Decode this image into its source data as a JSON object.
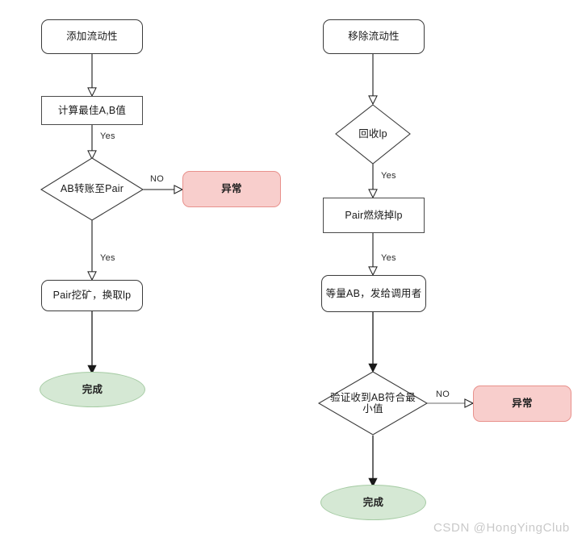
{
  "diagram": {
    "title_left": "添加流动性",
    "title_right": "移除流动性",
    "watermark": "CSDN @HongYingClub",
    "colors": {
      "error_fill": "#f8cecc",
      "error_stroke": "#e8918c",
      "finish_fill": "#d5e8d4",
      "finish_stroke": "#a5cba3",
      "node_stroke": "#3b3b3b",
      "node_fill": "#ffffff",
      "edge_stroke": "#1a1a1a",
      "watermark_color": "#c9c9c9"
    },
    "left_flow": {
      "nodes": [
        {
          "id": "add-liquidity",
          "label": "添加流动性",
          "shape": "terminator"
        },
        {
          "id": "calc-best-ab",
          "label": "计算最佳A,B值",
          "shape": "process"
        },
        {
          "id": "ab-transfer-pair",
          "label": "AB转账至Pair",
          "shape": "decision"
        },
        {
          "id": "left-exception",
          "label": "异常",
          "shape": "error"
        },
        {
          "id": "pair-mine-lp",
          "label": "Pair挖矿，换取lp",
          "shape": "terminator"
        },
        {
          "id": "left-finish",
          "label": "完成",
          "shape": "finish"
        }
      ],
      "edges": [
        {
          "from": "add-liquidity",
          "to": "calc-best-ab",
          "label": ""
        },
        {
          "from": "calc-best-ab",
          "to": "ab-transfer-pair",
          "label": "Yes"
        },
        {
          "from": "ab-transfer-pair",
          "to": "left-exception",
          "label": "NO"
        },
        {
          "from": "ab-transfer-pair",
          "to": "pair-mine-lp",
          "label": "Yes"
        },
        {
          "from": "pair-mine-lp",
          "to": "left-finish",
          "label": ""
        }
      ]
    },
    "right_flow": {
      "nodes": [
        {
          "id": "remove-liquidity",
          "label": "移除流动性",
          "shape": "terminator"
        },
        {
          "id": "recycle-lp",
          "label": "回收lp",
          "shape": "decision"
        },
        {
          "id": "pair-burn-lp",
          "label": "Pair燃烧掉lp",
          "shape": "process"
        },
        {
          "id": "equal-ab-send",
          "label": "等量AB，发给调用者",
          "shape": "terminator"
        },
        {
          "id": "verify-ab-min",
          "label": "验证收到AB符合最小值",
          "shape": "decision"
        },
        {
          "id": "right-exception",
          "label": "异常",
          "shape": "error"
        },
        {
          "id": "right-finish",
          "label": "完成",
          "shape": "finish"
        }
      ],
      "edges": [
        {
          "from": "remove-liquidity",
          "to": "recycle-lp",
          "label": ""
        },
        {
          "from": "recycle-lp",
          "to": "pair-burn-lp",
          "label": "Yes"
        },
        {
          "from": "pair-burn-lp",
          "to": "equal-ab-send",
          "label": "Yes"
        },
        {
          "from": "equal-ab-send",
          "to": "verify-ab-min",
          "label": ""
        },
        {
          "from": "verify-ab-min",
          "to": "right-exception",
          "label": "NO"
        },
        {
          "from": "verify-ab-min",
          "to": "right-finish",
          "label": ""
        }
      ]
    },
    "edge_labels": {
      "l_calc_yes": "Yes",
      "l_no": "NO",
      "l_transfer_yes": "Yes",
      "r_recycle_yes": "Yes",
      "r_burn_yes": "Yes",
      "r_no": "NO"
    }
  }
}
